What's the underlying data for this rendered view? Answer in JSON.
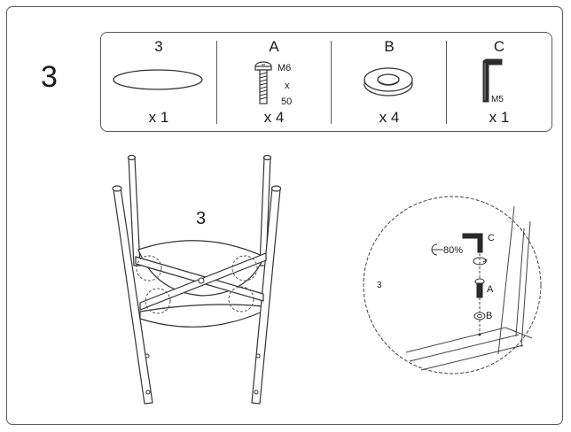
{
  "step": "3",
  "parts": [
    {
      "id": "3",
      "qty": "x 1"
    },
    {
      "id": "A",
      "qty": "x 4",
      "spec_top": "M6",
      "spec_mid": "x",
      "spec_bottom": "50"
    },
    {
      "id": "B",
      "qty": "x 4"
    },
    {
      "id": "C",
      "qty": "x 1",
      "spec": "M5"
    }
  ],
  "main_label": "3",
  "detail": {
    "part_label": "3",
    "torque": "80%",
    "label_c": "C",
    "label_a": "A",
    "label_b": "B"
  },
  "colors": {
    "line": "#333333",
    "stroke_light": "#6b6b6b",
    "fill_dark": "#2b2b2b"
  }
}
